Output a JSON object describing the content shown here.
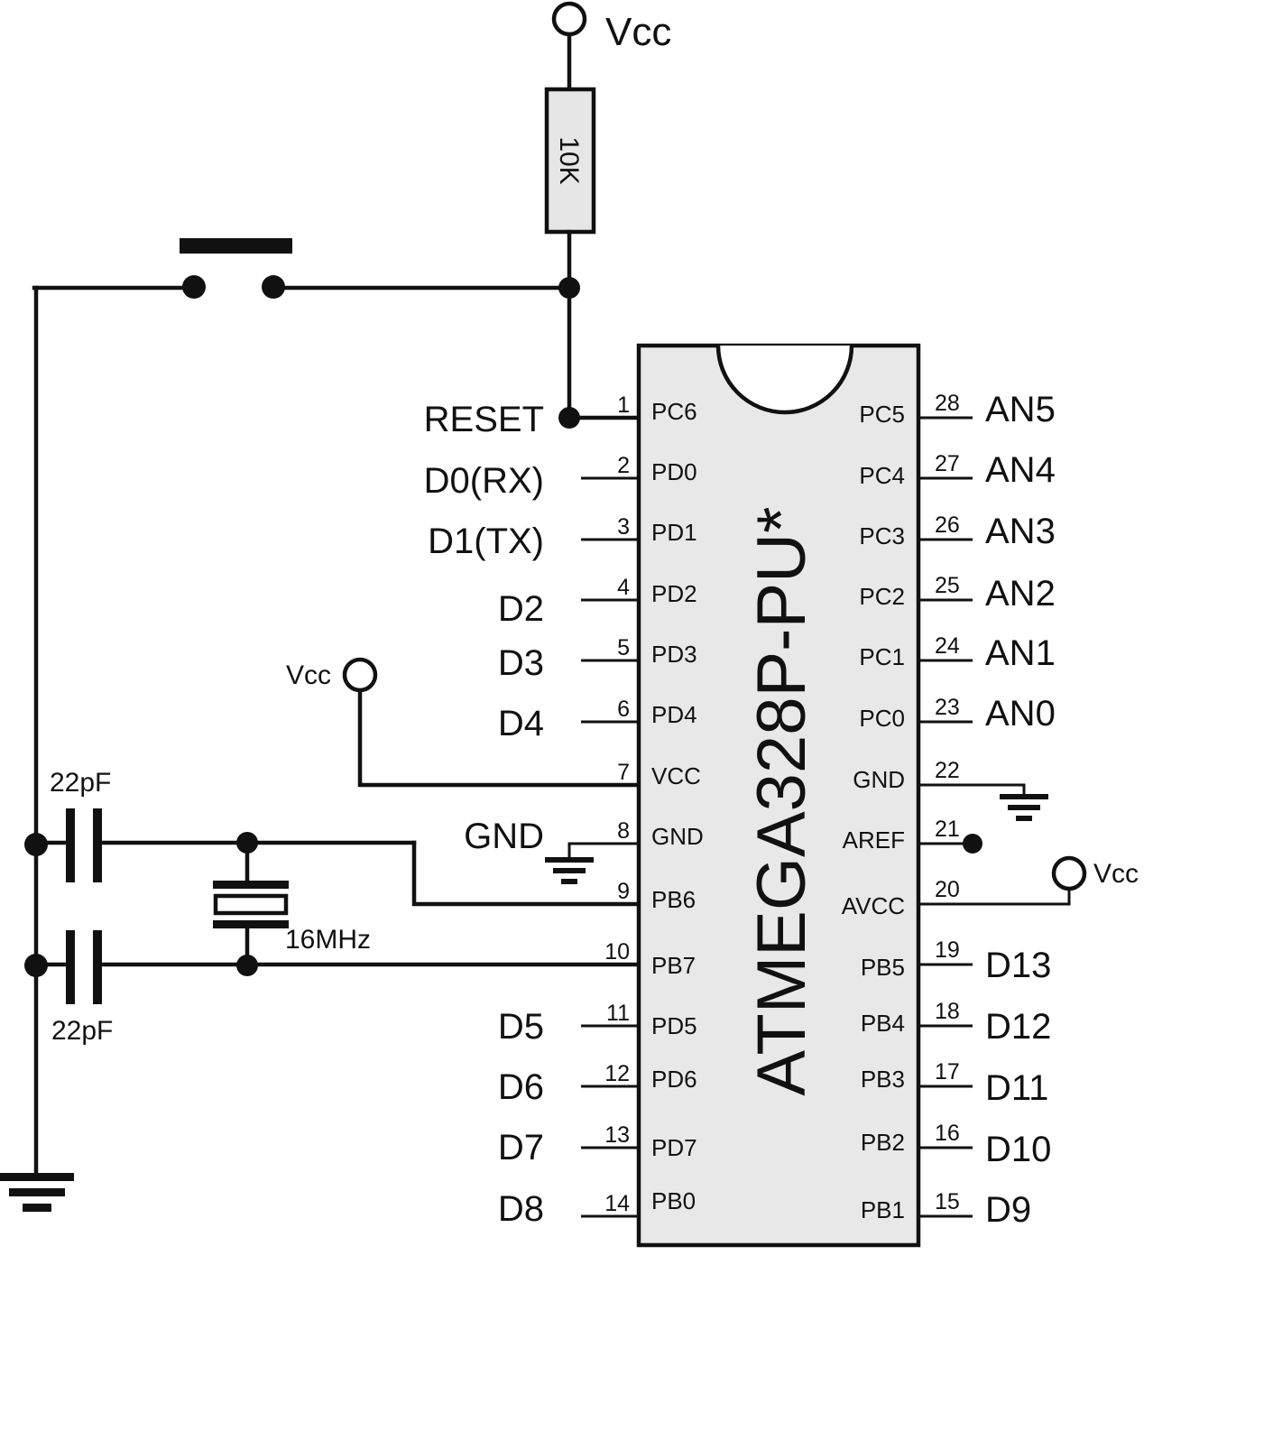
{
  "chip": {
    "name": "ATMEGA328P-PU*",
    "left_pins": [
      {
        "num": "1",
        "name": "PC6",
        "label": "RESET"
      },
      {
        "num": "2",
        "name": "PD0",
        "label": "D0(RX)"
      },
      {
        "num": "3",
        "name": "PD1",
        "label": "D1(TX)"
      },
      {
        "num": "4",
        "name": "PD2",
        "label": "D2"
      },
      {
        "num": "5",
        "name": "PD3",
        "label": "D3"
      },
      {
        "num": "6",
        "name": "PD4",
        "label": "D4"
      },
      {
        "num": "7",
        "name": "VCC",
        "label": ""
      },
      {
        "num": "8",
        "name": "GND",
        "label": "GND"
      },
      {
        "num": "9",
        "name": "PB6",
        "label": ""
      },
      {
        "num": "10",
        "name": "PB7",
        "label": ""
      },
      {
        "num": "11",
        "name": "PD5",
        "label": "D5"
      },
      {
        "num": "12",
        "name": "PD6",
        "label": "D6"
      },
      {
        "num": "13",
        "name": "PD7",
        "label": "D7"
      },
      {
        "num": "14",
        "name": "PB0",
        "label": "D8"
      }
    ],
    "right_pins": [
      {
        "num": "28",
        "name": "PC5",
        "label": "AN5"
      },
      {
        "num": "27",
        "name": "PC4",
        "label": "AN4"
      },
      {
        "num": "26",
        "name": "PC3",
        "label": "AN3"
      },
      {
        "num": "25",
        "name": "PC2",
        "label": "AN2"
      },
      {
        "num": "24",
        "name": "PC1",
        "label": "AN1"
      },
      {
        "num": "23",
        "name": "PC0",
        "label": "AN0"
      },
      {
        "num": "22",
        "name": "GND",
        "label": ""
      },
      {
        "num": "21",
        "name": "AREF",
        "label": ""
      },
      {
        "num": "20",
        "name": "AVCC",
        "label": ""
      },
      {
        "num": "19",
        "name": "PB5",
        "label": "D13"
      },
      {
        "num": "18",
        "name": "PB4",
        "label": "D12"
      },
      {
        "num": "17",
        "name": "PB3",
        "label": "D11"
      },
      {
        "num": "16",
        "name": "PB2",
        "label": "D10"
      },
      {
        "num": "15",
        "name": "PB1",
        "label": "D9"
      }
    ]
  },
  "components": {
    "resistor": "10K",
    "crystal": "16MHz",
    "cap_top": "22pF",
    "cap_bottom": "22pF"
  },
  "supply": {
    "top": "Vcc",
    "pin7": "Vcc",
    "avcc": "Vcc"
  }
}
